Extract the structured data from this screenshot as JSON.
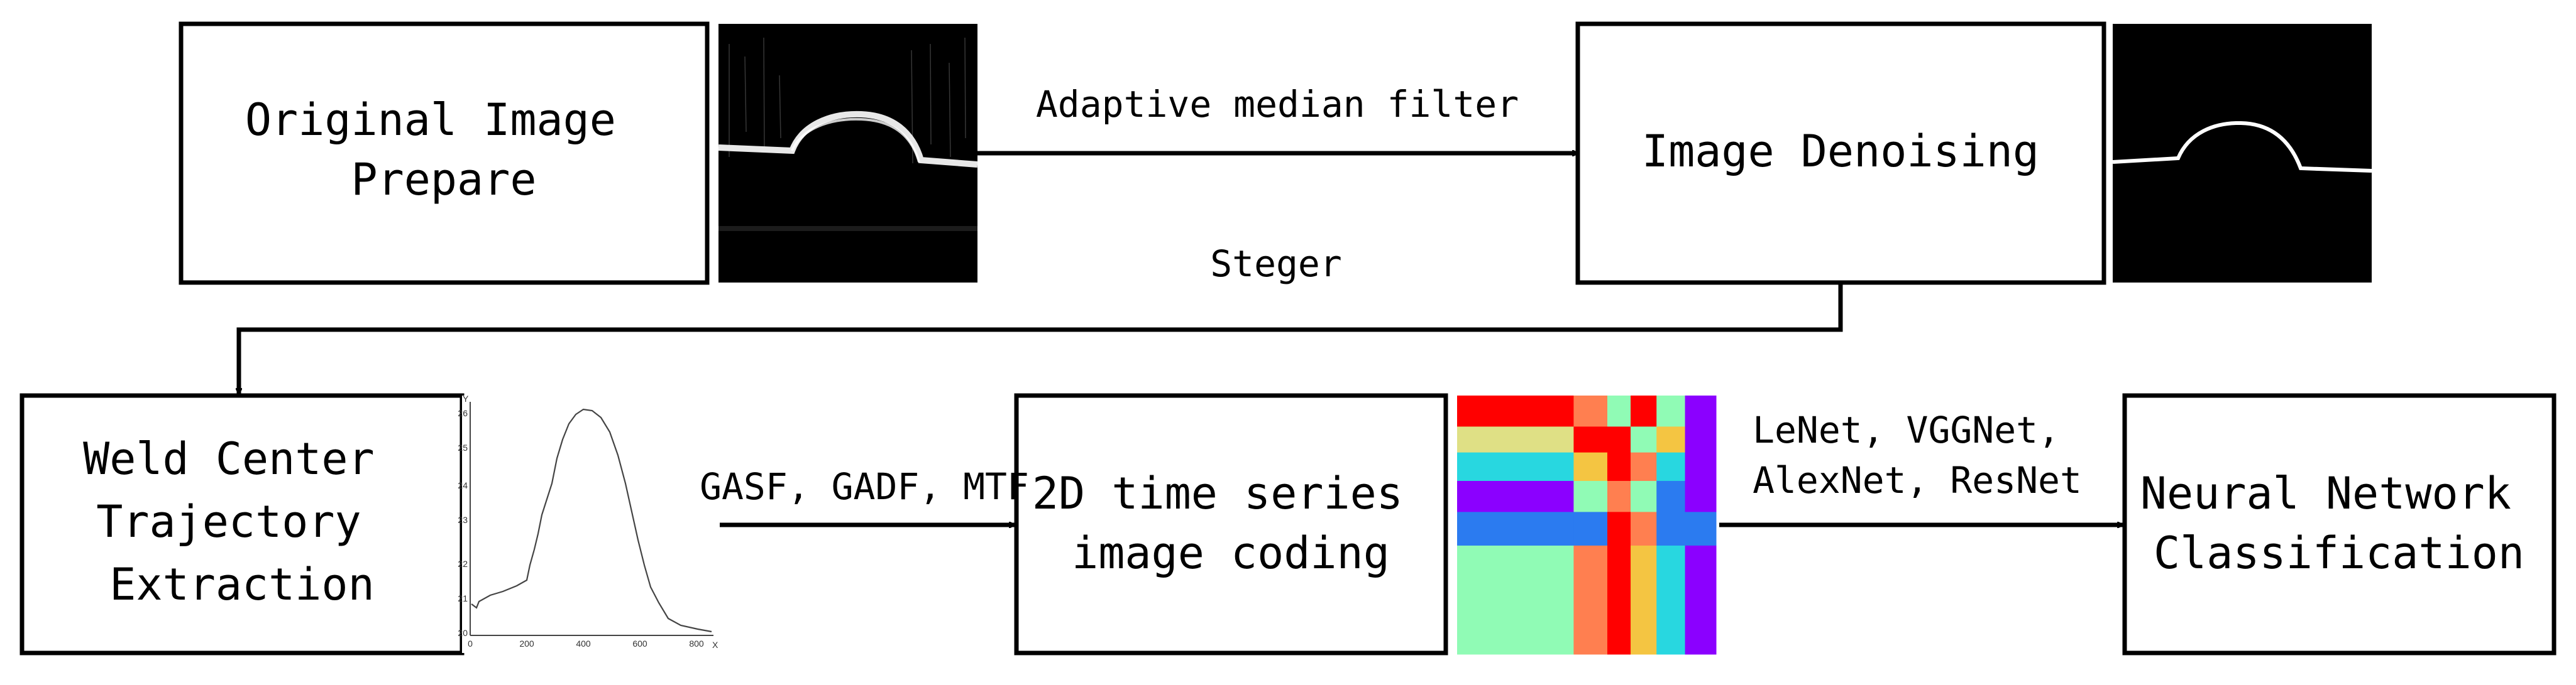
{
  "nodes": {
    "original": {
      "lines": [
        "Original Image",
        "Prepare"
      ]
    },
    "denoise": {
      "lines": [
        "Image Denoising"
      ]
    },
    "weld": {
      "lines": [
        "Weld Center",
        "Trajectory",
        "Extraction"
      ]
    },
    "coding": {
      "lines": [
        "2D time series",
        "image coding"
      ]
    },
    "classify": {
      "lines": [
        "Neural Network",
        "Classification"
      ]
    }
  },
  "edges": {
    "filter": "Adaptive median filter",
    "steger": "Steger",
    "encodings": "GASF, GADF, MTF",
    "networks": [
      "LeNet, VGGNet,",
      "AlexNet, ResNet"
    ]
  },
  "thumbnails": {
    "raw_image": "raw weld image",
    "denoised_image": "denoised weld image",
    "trajectory_plot": {
      "x_ticks": [
        "0",
        "200",
        "400",
        "600",
        "800"
      ],
      "y_ticks": [
        "20",
        "21",
        "22",
        "23",
        "24",
        "25",
        "26"
      ],
      "x_axis_label": "X",
      "y_axis_label": "Y"
    },
    "encoded_image": {
      "palette": [
        "#ff0000",
        "#ff7f50",
        "#f4c542",
        "#dfe085",
        "#90fbb5",
        "#28d7e0",
        "#2b7bf0",
        "#8b00ff"
      ]
    }
  }
}
